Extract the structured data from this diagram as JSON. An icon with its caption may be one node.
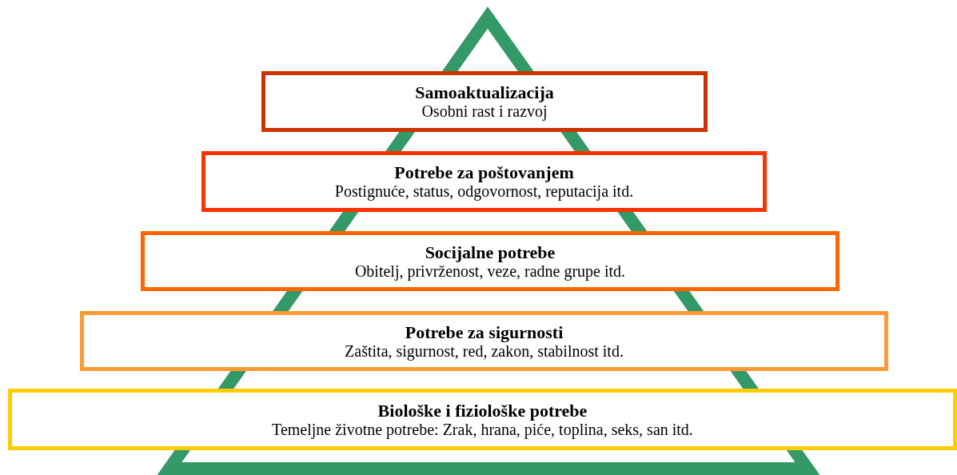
{
  "diagram": {
    "nodes": [
      {
        "text": [
          "Samoaktualizacija",
          "Osobni rast i razvoj"
        ]
      },
      {
        "text": [
          "Potrebe za poštovanjem",
          "Postignuće, status, odgovornost, reputacija itd."
        ]
      },
      {
        "text": [
          "Socijalne potrebe",
          "Obitelj, privrženost, veze, radne grupe itd."
        ]
      },
      {
        "text": [
          "Potrebe za sigurnosti",
          "Zaštita, sigurnost, red, zakon, stabilnost itd."
        ]
      },
      {
        "text": [
          "Biološke i fiziološke potrebe",
          "Temeljne životne potrebe: Zrak, hrana, piće, toplina, seks, san itd."
        ]
      }
    ],
    "edges": []
  }
}
